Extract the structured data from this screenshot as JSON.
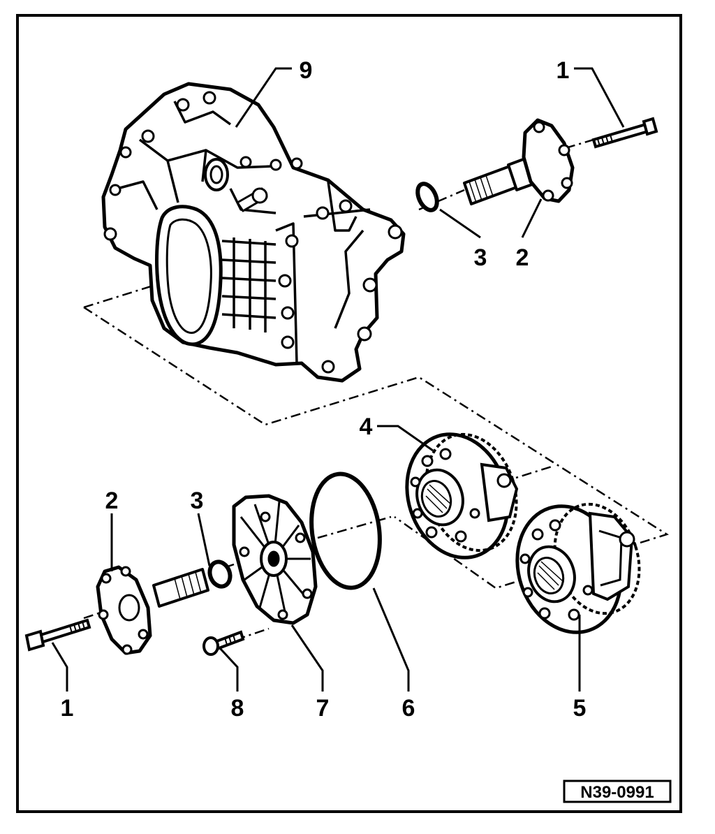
{
  "figure_reference": "N39-0991",
  "callouts": [
    {
      "id": "c-top-9",
      "label": "9"
    },
    {
      "id": "c-top-1",
      "label": "1"
    },
    {
      "id": "c-top-3",
      "label": "3"
    },
    {
      "id": "c-top-2",
      "label": "2"
    },
    {
      "id": "c-mid-4",
      "label": "4"
    },
    {
      "id": "c-bot-2",
      "label": "2"
    },
    {
      "id": "c-bot-3",
      "label": "3"
    },
    {
      "id": "c-bot-1",
      "label": "1"
    },
    {
      "id": "c-bot-8",
      "label": "8"
    },
    {
      "id": "c-bot-7",
      "label": "7"
    },
    {
      "id": "c-bot-6",
      "label": "6"
    },
    {
      "id": "c-bot-5",
      "label": "5"
    }
  ],
  "colors": {
    "ink": "#000000",
    "paper": "#ffffff",
    "shade": "#d9d9d9"
  }
}
